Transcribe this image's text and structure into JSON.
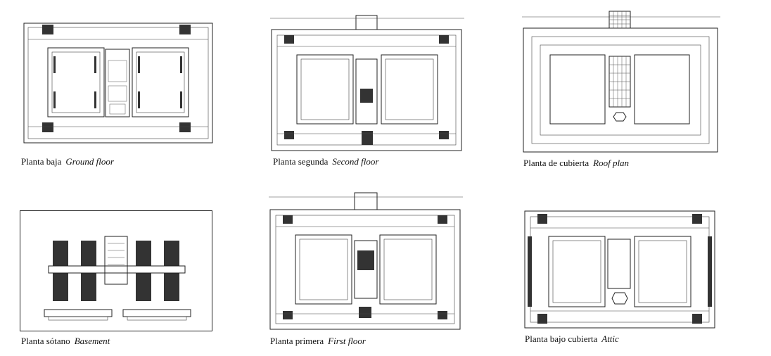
{
  "plans": [
    {
      "id": "ground",
      "label_es": "Planta baja",
      "label_en": "Ground floor"
    },
    {
      "id": "second",
      "label_es": "Planta segunda",
      "label_en": "Second floor"
    },
    {
      "id": "roof",
      "label_es": "Planta de cubierta",
      "label_en": "Roof plan"
    },
    {
      "id": "basement",
      "label_es": "Planta sótano",
      "label_en": "Basement"
    },
    {
      "id": "first",
      "label_es": "Planta primera",
      "label_en": "First floor"
    },
    {
      "id": "attic",
      "label_es": "Planta bajo cubierta",
      "label_en": "Attic"
    }
  ]
}
